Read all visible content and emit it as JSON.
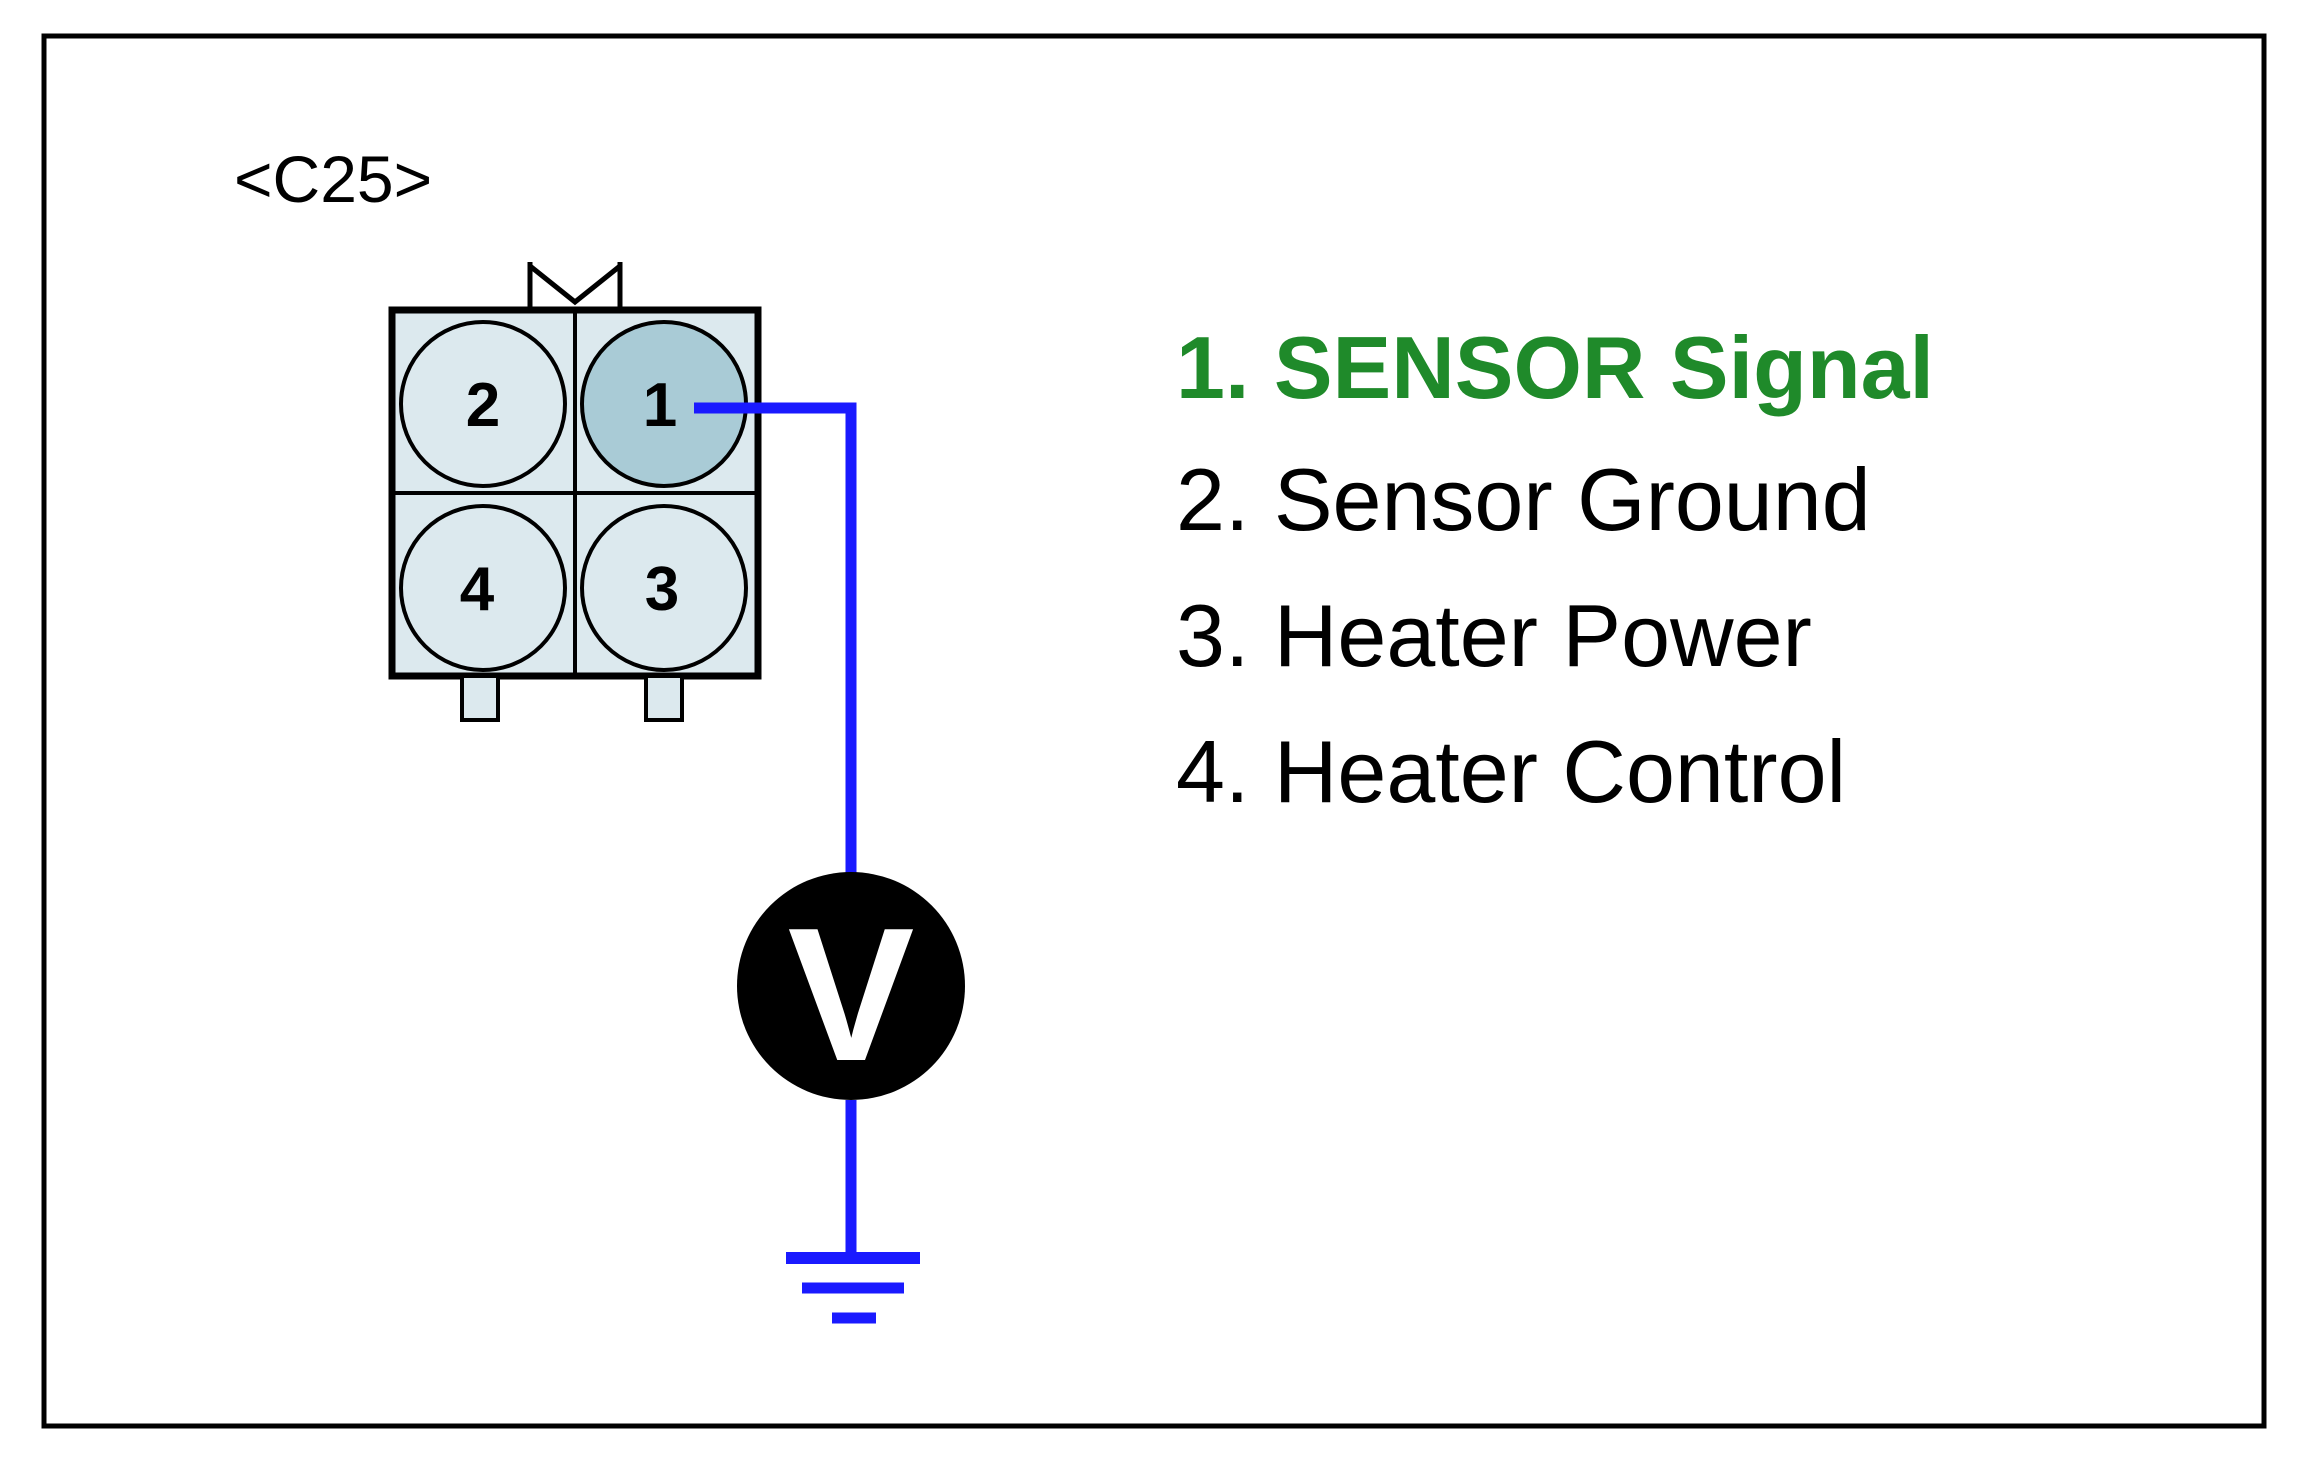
{
  "connector": {
    "name": "<C25>",
    "pins": [
      {
        "number": "2",
        "highlighted": false
      },
      {
        "number": "1",
        "highlighted": true
      },
      {
        "number": "4",
        "highlighted": false
      },
      {
        "number": "3",
        "highlighted": false
      }
    ]
  },
  "meter": {
    "symbol": "V"
  },
  "legend": [
    {
      "text": "1. SENSOR Signal",
      "highlighted": true
    },
    {
      "text": "2. Sensor Ground",
      "highlighted": false
    },
    {
      "text": "3. Heater Power",
      "highlighted": false
    },
    {
      "text": "4. Heater Control",
      "highlighted": false
    }
  ],
  "colors": {
    "wire": "#1a1aff",
    "highlight_text": "#1f8a2a",
    "pin_fill": "#dce9ee",
    "pin_highlight_fill": "#a9cbd6",
    "meter_fill": "#000000",
    "border": "#000000"
  }
}
